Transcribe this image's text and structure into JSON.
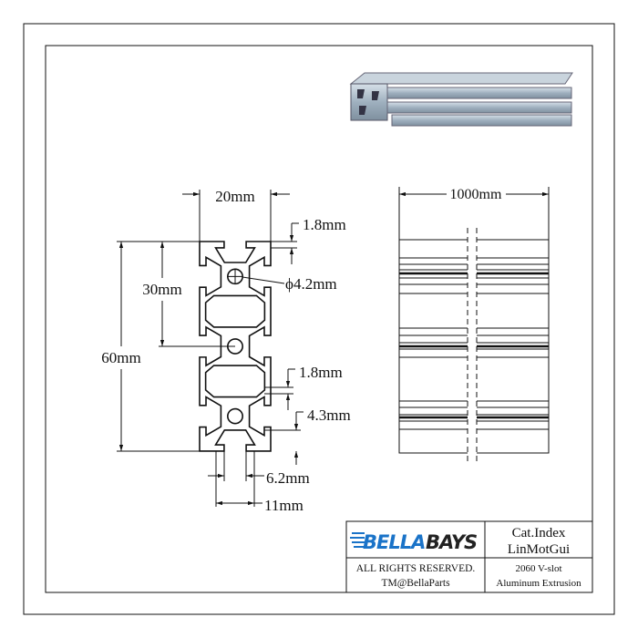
{
  "drawing": {
    "front_view": {
      "width_label": "20mm",
      "lip_label_top": "1.8mm",
      "hole_label": "ϕ4.2mm",
      "pitch_label": "30mm",
      "height_label": "60mm",
      "wall_label": "1.8mm",
      "depth_label": "4.3mm",
      "slot_opening_label": "6.2mm",
      "slot_inner_label": "11mm"
    },
    "side_view": {
      "length_label": "1000mm"
    }
  },
  "title_block": {
    "brand": "BELLABAYS",
    "brand_color": "#1a73c8",
    "cat_index": "Cat.Index",
    "cat_code": "LinMotGui",
    "rights": "ALL RIGHTS RESERVED.",
    "trademark": "TM@BellaParts",
    "product_line1": "2060 V-slot",
    "product_line2": "Aluminum Extrusion"
  }
}
